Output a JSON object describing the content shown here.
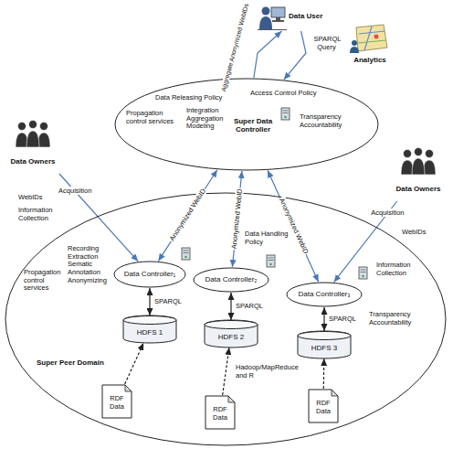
{
  "diagram": {
    "nodes": [
      {
        "text": [
          "Data User"
        ]
      },
      {
        "text": [
          "Analytics"
        ]
      },
      {
        "text": [
          "Data Releasing Policy",
          "Access Control Policy",
          "Propagation control services",
          "Integration Aggregation Modeling",
          "Transparency Accountability"
        ]
      },
      {
        "text": [
          "Super Data Controller"
        ],
        "in": 2
      },
      {
        "text": [
          "Data Owners"
        ]
      },
      {
        "text": [
          "Super Peer Domain"
        ]
      },
      {
        "text": [
          "Data Controller₁"
        ],
        "in": 5
      },
      {
        "text": [
          "Data Controller₂"
        ],
        "in": 5
      },
      {
        "text": [
          "Data Controller₃"
        ],
        "in": 5
      },
      {
        "text": [
          "Data Owners"
        ]
      },
      {
        "text": [
          "HDFS 1"
        ],
        "in": 5
      },
      {
        "text": [
          "HDFS 2"
        ],
        "in": 5
      },
      {
        "text": [
          "HDFS 3"
        ],
        "in": 5
      },
      {
        "text": [
          "RDF Data"
        ],
        "in": 5
      },
      {
        "text": [
          "RDF Data"
        ],
        "in": 5
      },
      {
        "text": [
          "RDF Data"
        ],
        "in": 5
      }
    ],
    "edges": [
      {
        "from": 2,
        "to": 0,
        "label": "Aggregate Anonymized WebIDs",
        "arrow": "to"
      },
      {
        "from": 0,
        "to": 2,
        "label": "SPARQL Query",
        "arrow": "to"
      },
      {
        "from": 4,
        "to": 6,
        "label": "Acquisition",
        "arrow": "to"
      },
      {
        "from": 6,
        "to": 2,
        "label": "Anonymized WebID",
        "arrow": "both"
      },
      {
        "from": 7,
        "to": 2,
        "label": "Anonymized WebID",
        "arrow": "both"
      },
      {
        "from": 8,
        "to": 2,
        "label": "Anonymized WebID",
        "arrow": "both"
      },
      {
        "from": 9,
        "to": 8,
        "label": "Acquisition",
        "arrow": "to"
      },
      {
        "from": 6,
        "to": 10,
        "label": "SPARQL",
        "arrow": "both"
      },
      {
        "from": 7,
        "to": 11,
        "label": "SPARQL",
        "arrow": "both"
      },
      {
        "from": 8,
        "to": 12,
        "label": "SPARQL",
        "arrow": "both"
      },
      {
        "from": 13,
        "to": 10,
        "arrow": "to"
      },
      {
        "from": 14,
        "to": 11,
        "arrow": "to"
      },
      {
        "from": 15,
        "to": 12,
        "arrow": "to"
      }
    ],
    "labels": [
      "WebIDs",
      "Information Collection",
      "Propagation control services",
      "Recording Extraction Sematic Annotation Anonymizing",
      "Data Handling Policy",
      "Hadoop/MapReduce and R",
      "WebIDs",
      "Information Collection",
      "Transparency Accountability"
    ]
  }
}
